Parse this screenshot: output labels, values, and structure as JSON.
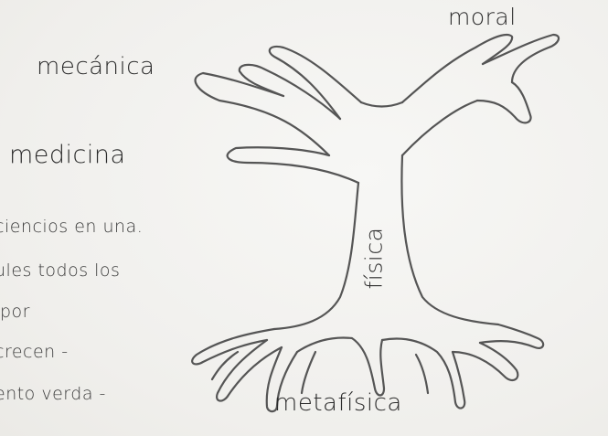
{
  "diagram": {
    "branch_labels": {
      "moral": "moral",
      "mecanica": "mecánica",
      "medicina": "medicina"
    },
    "trunk_label": "física",
    "root_label": "metafísica"
  },
  "side_notes": [
    "ciencios en una.",
    "ules todos los",
    "por",
    "crecen -",
    "ento verda -"
  ]
}
